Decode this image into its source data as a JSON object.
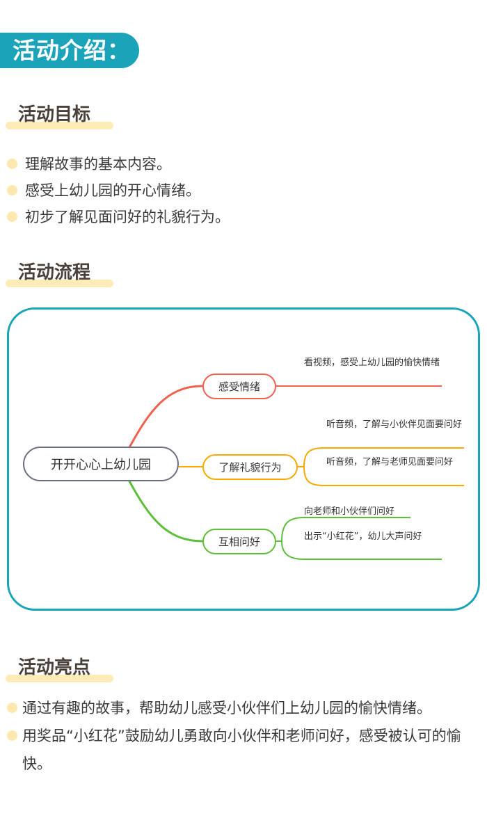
{
  "header": {
    "title": "活动介绍："
  },
  "goals": {
    "title": "活动目标",
    "items": [
      "理解故事的基本内容。",
      "感受上幼儿园的开心情绪。",
      "初步了解见面问好的礼貌行为。"
    ]
  },
  "process": {
    "title": "活动流程",
    "mindmap": {
      "root": "开开心心上幼儿园",
      "branches": [
        {
          "label": "感受情绪",
          "color": "#f0624f",
          "leaves": [
            "看视频，感受上幼儿园的愉快情绪"
          ]
        },
        {
          "label": "了解礼貌行为",
          "color": "#f8a800",
          "leaves": [
            "听音频，了解与小伙伴见面要问好",
            "听音频，了解与老师见面要问好"
          ]
        },
        {
          "label": "互相问好",
          "color": "#5cbf3a",
          "leaves": [
            "向老师和小伙伴们问好",
            "出示“小红花”，幼儿大声问好"
          ]
        }
      ]
    }
  },
  "highlights": {
    "title": "活动亮点",
    "items": [
      "通过有趣的故事，帮助幼儿感受小伙伴们上幼儿园的愉快情绪。",
      "用奖品“小红花”鼓励幼儿勇敢向小伙伴和老师问好，感受被认可的愉快。"
    ]
  }
}
